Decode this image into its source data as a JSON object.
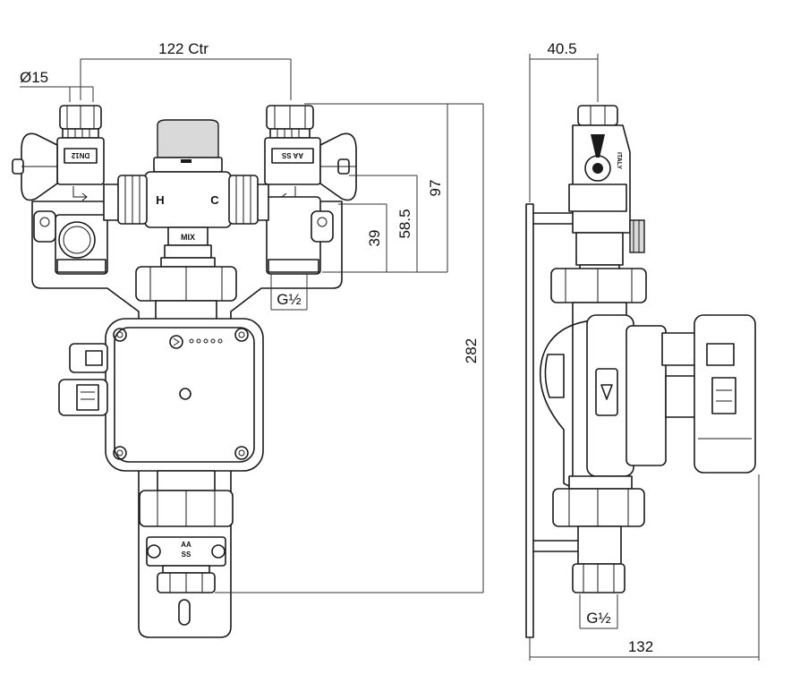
{
  "dimensions": {
    "centres": "122 Ctr",
    "pipe_diameter": "Ø15",
    "height_97": "97",
    "height_58_5": "58.5",
    "height_39": "39",
    "height_282": "282",
    "thread_front": "G½",
    "depth_40_5": "40.5",
    "thread_side": "G½",
    "width_132": "132"
  },
  "valve_markings": {
    "left_valve": "DN12",
    "right_valve": "AA SS",
    "hot_port": "H",
    "cold_port": "C",
    "mix_port": "MIX",
    "bottom_valve_line1": "AA",
    "bottom_valve_line2": "SS",
    "side_stamp": "ITALY"
  }
}
